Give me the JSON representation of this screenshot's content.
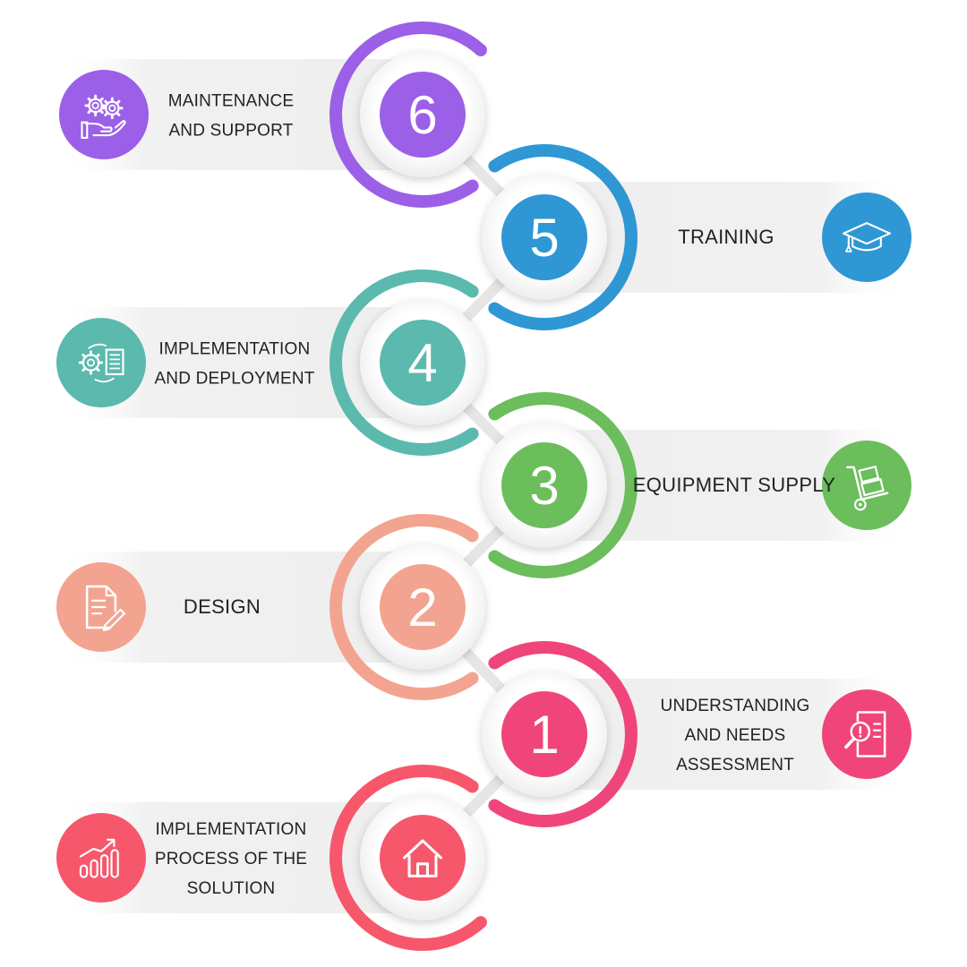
{
  "colors": {
    "step6": "#9b5fe8",
    "step5": "#2f97d4",
    "step4": "#5bb9ad",
    "step3": "#6cbd5c",
    "step2": "#f3a490",
    "step1": "#f0457b",
    "base": "#f7576b"
  },
  "steps": [
    {
      "id": "step6",
      "number": "6",
      "lines": [
        "MAINTENANCE",
        "AND SUPPORT"
      ],
      "icon": "gears-hand-icon"
    },
    {
      "id": "step5",
      "number": "5",
      "lines": [
        "TRAINING"
      ],
      "icon": "graduation-cap-icon"
    },
    {
      "id": "step4",
      "number": "4",
      "lines": [
        "IMPLEMENTATION",
        "AND DEPLOYMENT"
      ],
      "icon": "gear-document-cycle-icon"
    },
    {
      "id": "step3",
      "number": "3",
      "lines": [
        "EQUIPMENT SUPPLY"
      ],
      "icon": "hand-truck-icon"
    },
    {
      "id": "step2",
      "number": "2",
      "lines": [
        "DESIGN"
      ],
      "icon": "document-edit-icon"
    },
    {
      "id": "step1",
      "number": "1",
      "lines": [
        "UNDERSTANDING",
        "AND NEEDS",
        "ASSESSMENT"
      ],
      "icon": "document-search-icon"
    },
    {
      "id": "base",
      "number": "",
      "lines": [
        "IMPLEMENTATION",
        "PROCESS OF THE",
        "SOLUTION"
      ],
      "icon": "bar-chart-growth-icon",
      "center_icon": "home-icon"
    }
  ]
}
